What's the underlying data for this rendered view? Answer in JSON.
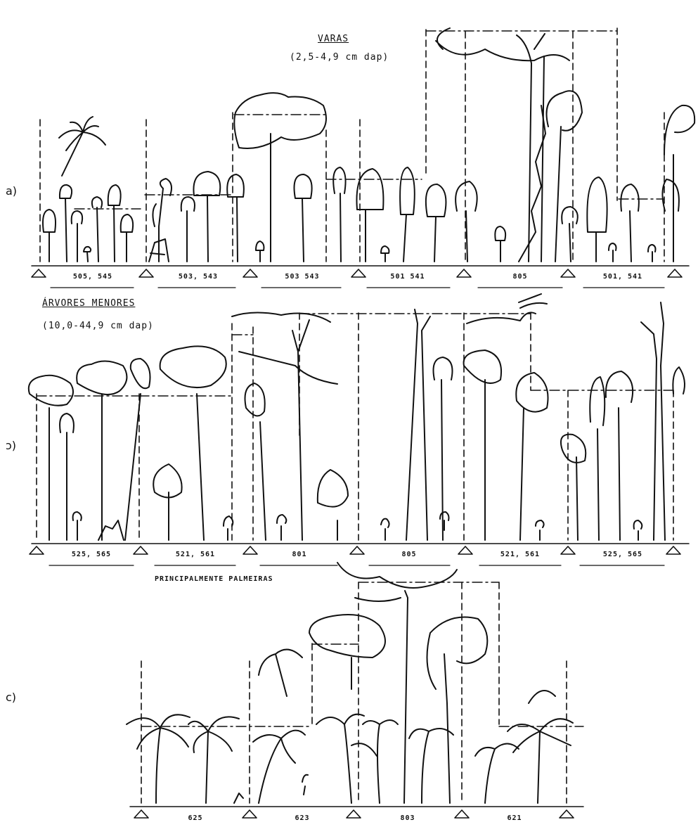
{
  "rows": [
    {
      "letter": "a)",
      "title": "VARAS",
      "subtitle": "(2,5-4,9 cm dap)",
      "codes": [
        "505, 545",
        "503, 543",
        "503   543",
        "501   541",
        "805",
        "501, 541"
      ]
    },
    {
      "letter": "ɔ)",
      "title": "ÁRVORES MENORES",
      "subtitle": "(10,0-44,9 cm dap)",
      "codes": [
        "525, 565",
        "521, 561",
        "801",
        "805",
        "521, 561",
        "525, 565"
      ]
    },
    {
      "letter": "c)",
      "title": "PRINCIPALMENTE PALMEIRAS",
      "codes": [
        "625",
        "623",
        "803",
        "621"
      ]
    }
  ],
  "style": {
    "ink": "#111111",
    "background": "#ffffff"
  }
}
